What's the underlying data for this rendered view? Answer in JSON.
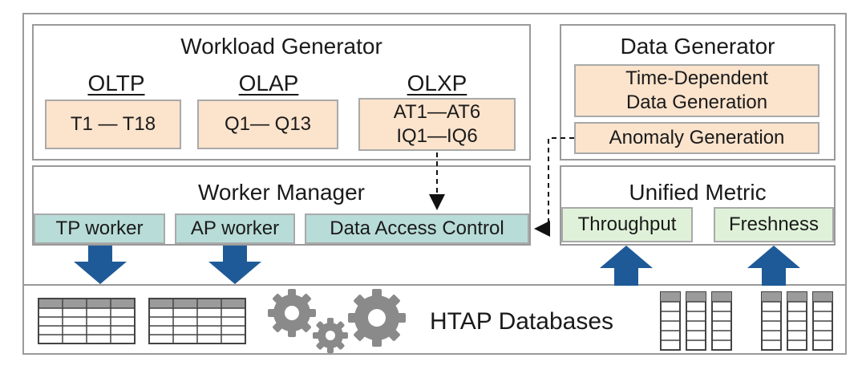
{
  "workload_generator": {
    "title": "Workload Generator",
    "categories": [
      {
        "name": "OLTP",
        "queries": "T1 — T18"
      },
      {
        "name": "OLAP",
        "queries": "Q1— Q13"
      },
      {
        "name": "OLXP",
        "queries": "AT1—AT6\nIQ1—IQ6"
      }
    ]
  },
  "data_generator": {
    "title": "Data Generator",
    "time_dependent": "Time-Dependent\nData Generation",
    "anomaly": "Anomaly Generation"
  },
  "worker_manager": {
    "title": "Worker Manager",
    "tp_worker": "TP worker",
    "ap_worker": "AP worker",
    "data_access_control": "Data Access Control"
  },
  "unified_metric": {
    "title": "Unified Metric",
    "throughput": "Throughput",
    "freshness": "Freshness"
  },
  "database": {
    "label": "HTAP Databases"
  },
  "colors": {
    "frame_border": "#9a9a9a",
    "peach_box": "#fbe3cc",
    "teal_box": "#b8dcd8",
    "green_box": "#dff2d9",
    "arrow_blue": "#1f5a98",
    "gear_gray": "#8a8a8a"
  }
}
